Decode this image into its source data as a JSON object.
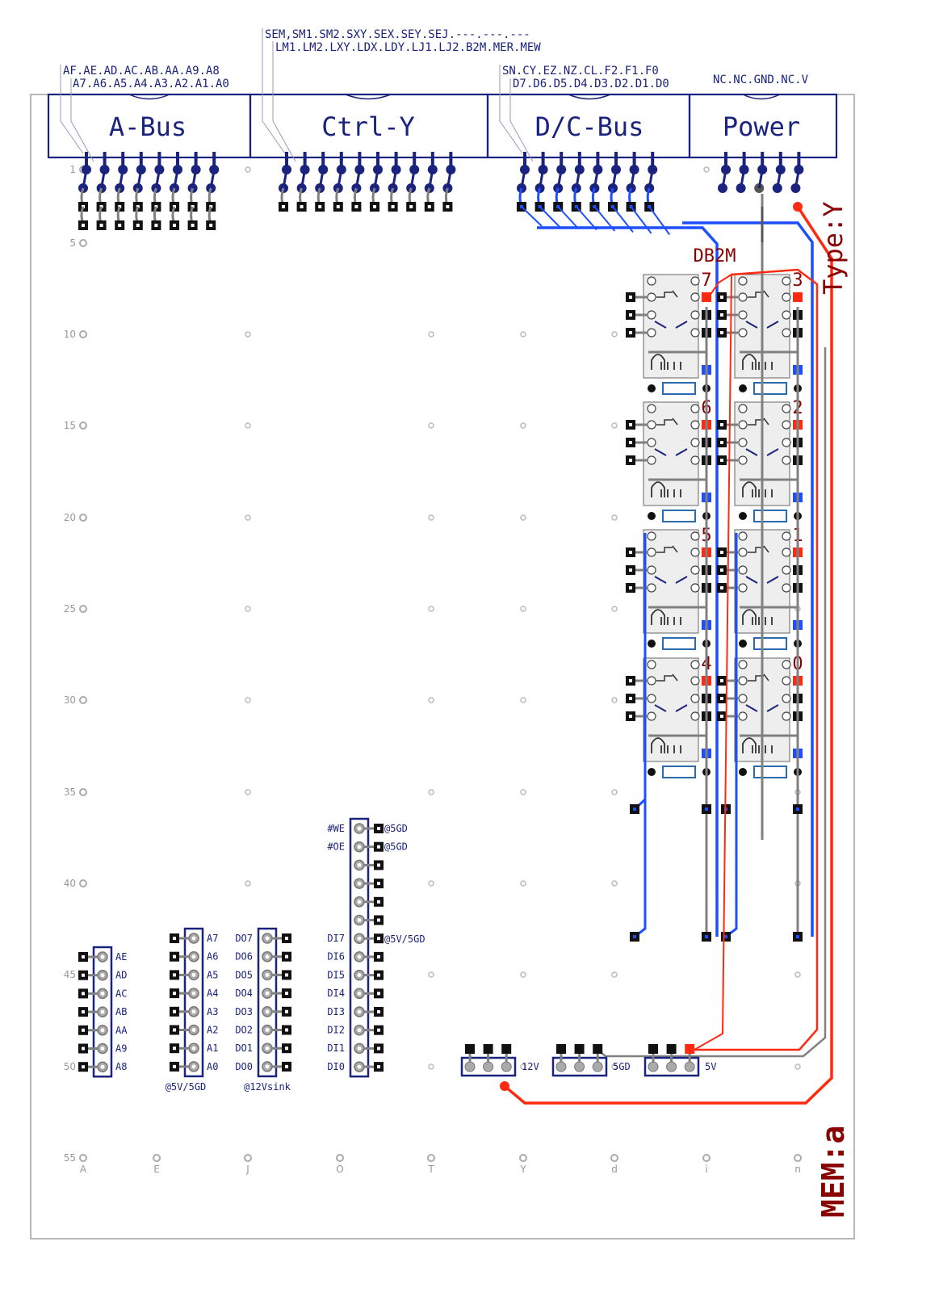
{
  "bus_headers": {
    "a_bus": {
      "title": "A-Bus",
      "labels_row1": "AF.AE.AD.AC.AB.AA.A9.A8",
      "labels_row2": "A7.A6.A5.A4.A3.A2.A1.A0"
    },
    "ctrl_y": {
      "title": "Ctrl-Y",
      "labels_row1": "SEM,SM1.SM2.SXY.SEX.SEY.SEJ.---.---.---",
      "labels_row2": "LM1.LM2.LXY.LDX.LDY.LJ1.LJ2.B2M.MER.MEW"
    },
    "dc_bus": {
      "title": "D/C-Bus",
      "labels_row1": "SN.CY.EZ.NZ.CL.F2.F1.F0",
      "labels_row2": "D7.D6.D5.D4.D3.D2.D1.D0"
    },
    "power": {
      "title": "Power",
      "labels_row1": "NC.NC.GND.NC.V"
    }
  },
  "row_numbers": [
    "1",
    "5",
    "10",
    "15",
    "20",
    "25",
    "30",
    "35",
    "40",
    "45",
    "50",
    "55"
  ],
  "column_letters": [
    "A",
    "E",
    "J",
    "O",
    "T",
    "Y",
    "d",
    "i",
    "n"
  ],
  "register": {
    "label": "DB2M",
    "type_label": "Type:Y",
    "mem_label": "MEM:a",
    "relay_bits": [
      "7",
      "6",
      "5",
      "4",
      "3",
      "2",
      "1",
      "0"
    ]
  },
  "address_header": {
    "left_labels": [
      "AE",
      "AD",
      "AC",
      "AB",
      "AA",
      "A9",
      "A8"
    ],
    "right_labels": [
      "A7",
      "A6",
      "A5",
      "A4",
      "A3",
      "A2",
      "A1",
      "A0"
    ],
    "footer": "@5V/5GD"
  },
  "data_out_header": {
    "labels": [
      "DO7",
      "DO6",
      "DO5",
      "DO4",
      "DO3",
      "DO2",
      "DO1",
      "DO0"
    ],
    "footer": "@12Vsink"
  },
  "data_in_header": {
    "ctrl_labels": [
      "#WE",
      "#OE"
    ],
    "ctrl_notes": [
      "@5GD",
      "@5GD"
    ],
    "labels": [
      "DI7",
      "DI6",
      "DI5",
      "DI4",
      "DI3",
      "DI2",
      "DI1",
      "DI0"
    ],
    "note": "@5V/5GD"
  },
  "power_jumpers": [
    "12V",
    "5GD",
    "5V"
  ],
  "colors": {
    "navy": "#1a237e",
    "blue_trace": "#1e4fff",
    "red_trace": "#ff2a10",
    "gray_trace": "#808080",
    "label_red": "#8b0000"
  }
}
